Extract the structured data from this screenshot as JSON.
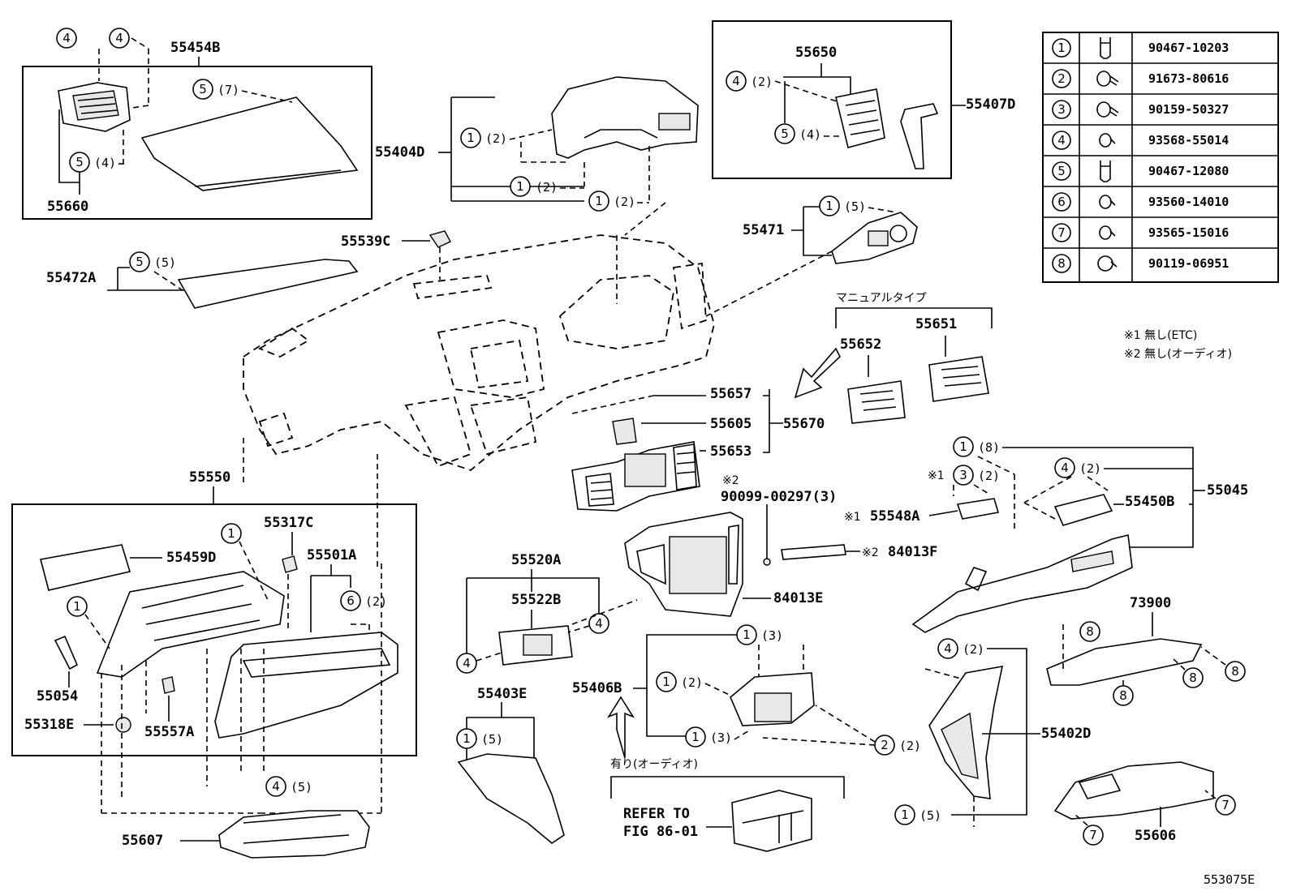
{
  "diagram_id": "553075E",
  "legend": [
    {
      "num": "1",
      "part": "90467-10203"
    },
    {
      "num": "2",
      "part": "91673-80616"
    },
    {
      "num": "3",
      "part": "90159-50327"
    },
    {
      "num": "4",
      "part": "93568-55014"
    },
    {
      "num": "5",
      "part": "90467-12080"
    },
    {
      "num": "6",
      "part": "93560-14010"
    },
    {
      "num": "7",
      "part": "93565-15016"
    },
    {
      "num": "8",
      "part": "90119-06951"
    }
  ],
  "notes": {
    "note1": "※1 無し(ETC)",
    "note2": "※2 無し(オーディオ)",
    "manual_type": "マニュアルタイプ",
    "audio_present": "有り(オーディオ)",
    "refer_line1": "REFER TO",
    "refer_line2": "FIG 86-01",
    "mark1": "※1",
    "mark2": "※2"
  },
  "parts": {
    "p55454B": "55454B",
    "p55660": "55660",
    "p55650": "55650",
    "p55407D": "55407D",
    "p55404D": "55404D",
    "p55539C": "55539C",
    "p55471": "55471",
    "p55472A": "55472A",
    "p55652": "55652",
    "p55651": "55651",
    "p55657": "55657",
    "p55605": "55605",
    "p55670": "55670",
    "p55653": "55653",
    "p55550": "55550",
    "p90099": "90099-00297(3)",
    "p55548A": "55548A",
    "p55450B": "55450B",
    "p55045": "55045",
    "p84013F": "84013F",
    "p55317C": "55317C",
    "p55501A": "55501A",
    "p55459D": "55459D",
    "p55520A": "55520A",
    "p55522B": "55522B",
    "p84013E": "84013E",
    "p73900": "73900",
    "p55054": "55054",
    "p55318E": "55318E",
    "p55557A": "55557A",
    "p55403E": "55403E",
    "p55406B": "55406B",
    "p55402D": "55402D",
    "p55607": "55607",
    "p55606": "55606"
  },
  "qty": {
    "q2": "(2)",
    "q3": "(3)",
    "q4": "(4)",
    "q5": "(5)",
    "q7": "(7)",
    "q8": "(8)"
  }
}
